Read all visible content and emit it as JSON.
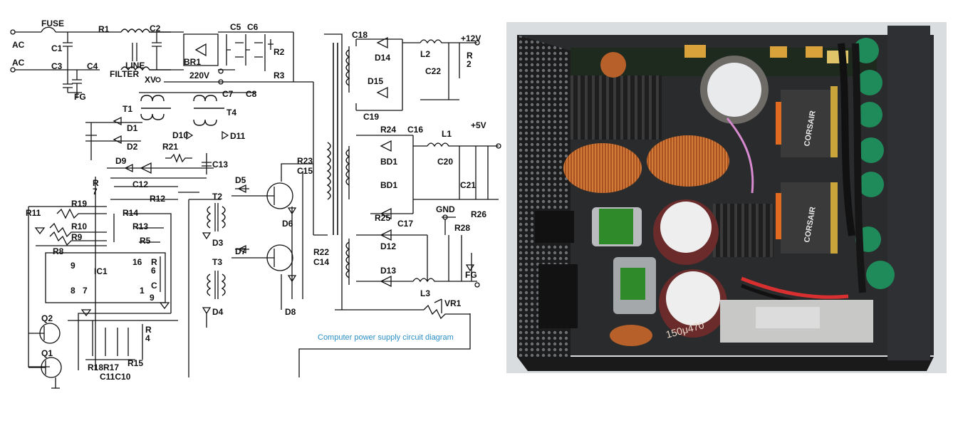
{
  "caption": "Computer power supply circuit diagram",
  "schematic": {
    "labels": {
      "fuse": "FUSE",
      "ac1": "AC",
      "ac2": "AC",
      "fg1": "FG",
      "fg2": "FG",
      "c1": "C1",
      "c3": "C3",
      "c4": "C4",
      "r1": "R1",
      "c2": "C2",
      "line_filter_1": "LINE",
      "line_filter_2": "FILTER",
      "xv": "XV",
      "br1": "BR1",
      "v220": "220V",
      "c5": "C5",
      "c6": "C6",
      "r2": "R2",
      "r3": "R3",
      "c7": "C7",
      "c8": "C8",
      "t1": "T1",
      "t4": "T4",
      "d1": "D1",
      "d2": "D2",
      "d10": "D10",
      "d11": "D11",
      "d9": "D9",
      "r21": "R21",
      "c13": "C13",
      "r7a": "R",
      "r7b": "7",
      "c12": "C12",
      "r12": "R12",
      "r14": "R14",
      "r13": "R13",
      "r5": "R5",
      "r6a": "R",
      "r6b": "6",
      "r11": "R11",
      "r19": "R19",
      "r10": "R10",
      "r9": "R9",
      "r8": "R8",
      "ic1": "IC1",
      "pin9": "9",
      "pin16": "16",
      "pin8": "8",
      "pin7": "7",
      "pin1": "1",
      "pin9b": "9",
      "c_small": "C",
      "q2": "Q2",
      "q1": "Q1",
      "r18r17": "R18R17",
      "c11c10": "C11C10",
      "r15": "R15",
      "r4a": "R",
      "r4b": "4",
      "t2": "T2",
      "t3": "T3",
      "d5": "D5",
      "d7": "D7",
      "d3": "D3",
      "d4": "D4",
      "d6": "D6",
      "d8": "D8",
      "r23": "R23",
      "c15": "C15",
      "r22": "R22",
      "c14": "C14",
      "c18": "C18",
      "d14": "D14",
      "d15": "D15",
      "c19": "C19",
      "l2": "L2",
      "v12": "+12V",
      "r2b_a": "R",
      "r2b_b": "2",
      "c22": "C22",
      "r24": "R24",
      "c16": "C16",
      "l1": "L1",
      "v5": "+5V",
      "bd1a": "BD1",
      "bd1b": "BD1",
      "c20": "C20",
      "c21": "C21",
      "r25": "R25",
      "c17": "C17",
      "gnd": "GND",
      "r26": "R26",
      "r28": "R28",
      "d12": "D12",
      "d13": "D13",
      "l3": "L3",
      "vr1": "VR1"
    }
  },
  "photo": {
    "brand_1": "CORSAIR",
    "brand_2": "CORSAIR",
    "cap_marking": "150μ470"
  },
  "colors": {
    "caption": "#2a8fc4",
    "copper": "#b8602a",
    "green_core": "#1f8a5a",
    "heatsink": "#2b2b2b"
  }
}
